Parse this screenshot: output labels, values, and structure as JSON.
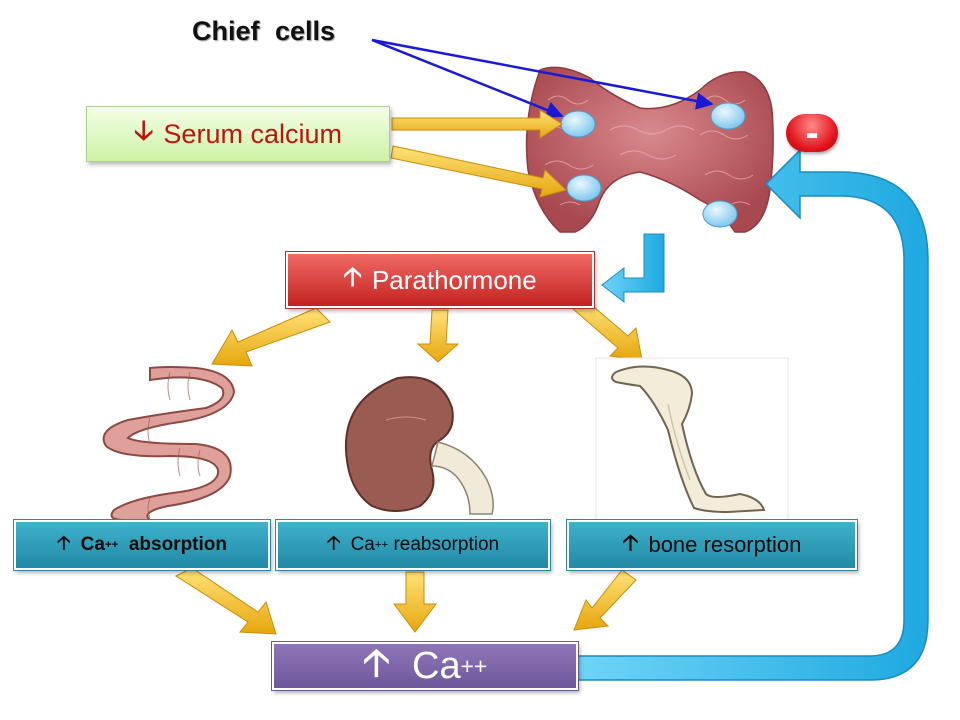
{
  "labels": {
    "chief_cells": "Chief   cells",
    "serum_calcium": {
      "arrow": "🡣",
      "text": "Serum calcium"
    },
    "parathormone": {
      "arrow": "🡡",
      "text": "Parathormone"
    },
    "ca_absorption": {
      "arrow": "🡡",
      "text_before": "Ca",
      "sup": "++",
      "text_after": "  absorption"
    },
    "ca_reabsorption": {
      "arrow": "🡡",
      "text_before": "Ca",
      "sup": "++",
      "text_after": " reabsorption"
    },
    "bone_resorption": {
      "arrow": "🡡",
      "text": "bone resorption"
    },
    "ca_result": {
      "arrow": "🡡",
      "text": "Ca",
      "sup": "++"
    },
    "negative_feedback": "-"
  },
  "colors": {
    "yellow_arrow": "#f5c21a",
    "blue_arrow": "#29b7ec",
    "chief_pointer": "#1a1ad6",
    "gland": "#c0656b",
    "organ_kidney": "#9c5f55",
    "organ_intestine": "#d9908a",
    "organ_bone": "#f0ead8"
  }
}
